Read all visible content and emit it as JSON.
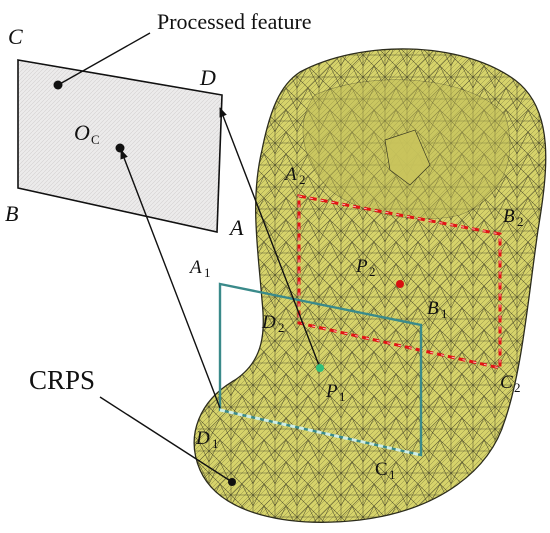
{
  "title": "Processed feature",
  "crps_label": "CRPS",
  "processed_feature": {
    "corner_c": "C",
    "corner_d": "D",
    "corner_b": "B",
    "corner_a": "A",
    "center": "O",
    "center_sub": "C"
  },
  "cyan_rect": {
    "a": "A",
    "a_sub": "1",
    "b": "B",
    "b_sub": "1",
    "c": "C",
    "c_sub": "1",
    "d": "D",
    "d_sub": "1",
    "p": "P",
    "p_sub": "1"
  },
  "red_rect": {
    "a": "A",
    "a_sub": "2",
    "b": "B",
    "b_sub": "2",
    "c": "C",
    "c_sub": "2",
    "d": "D",
    "d_sub": "2",
    "p": "P",
    "p_sub": "2"
  },
  "colors": {
    "mesh_fill": "#d6d36a",
    "mesh_line": "#2c2c1c",
    "rect_fill": "#eeeaea",
    "cyan_rect": "#3a8a8a",
    "red_dash": "#e11414",
    "point_red": "#d81010",
    "point_green": "#2fbf7a"
  }
}
